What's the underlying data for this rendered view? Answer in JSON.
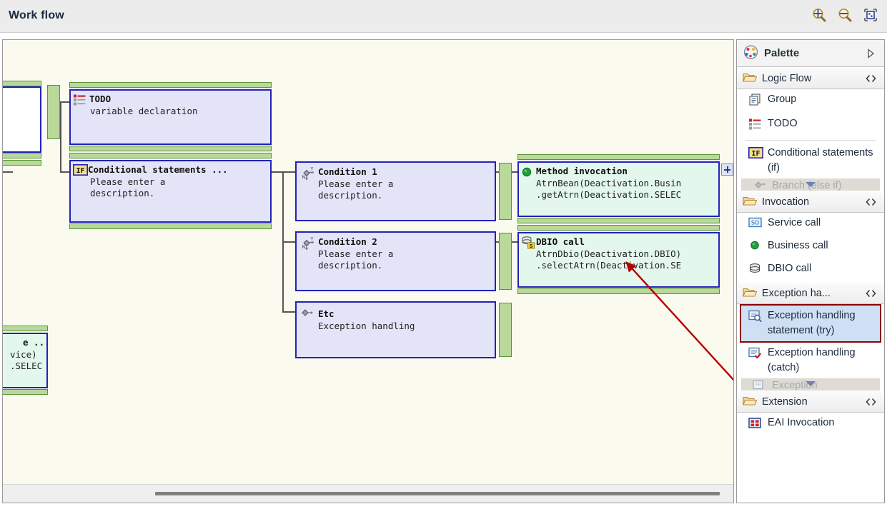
{
  "window": {
    "title": "Work flow",
    "toolbar": [
      {
        "name": "zoom-in-icon",
        "label": "Zoom In"
      },
      {
        "name": "zoom-out-icon",
        "label": "Zoom Out"
      },
      {
        "name": "fit-to-window-icon",
        "label": "Fit to Window"
      }
    ]
  },
  "colors": {
    "node_border": "#2222bb",
    "node_fill_logic": "#e4e4f8",
    "node_fill_invocation": "#e3f7ec",
    "insertion_bar": "#b9d99a",
    "insertion_bar_border": "#5a9338",
    "canvas_bg": "#fbfaef",
    "selection_highlight": "#8b0000",
    "selection_fill": "#cfe0f5",
    "annotation_arrow": "#b80000"
  },
  "canvas": {
    "nodes": [
      {
        "id": "partial-top-left",
        "icon": "blank-icon",
        "title": "",
        "body": "",
        "fill": "white"
      },
      {
        "id": "todo",
        "icon": "todo-list-icon",
        "title": "TODO",
        "body": "variable declaration",
        "fill": "logic"
      },
      {
        "id": "conditional",
        "icon": "if-icon",
        "title": "Conditional statements ...",
        "body": "Please enter a\ndescription.",
        "fill": "logic"
      },
      {
        "id": "condition-1",
        "icon": "branch-diamond-icon",
        "title": "Condition 1",
        "body": "Please enter a\ndescription.",
        "fill": "logic"
      },
      {
        "id": "condition-2",
        "icon": "branch-diamond-icon",
        "title": "Condition 2",
        "body": "Please enter a\ndescription.",
        "fill": "logic"
      },
      {
        "id": "etc",
        "icon": "else-diamond-icon",
        "title": "Etc",
        "body": "Exception handling",
        "fill": "logic"
      },
      {
        "id": "method-invocation",
        "icon": "business-call-icon",
        "title": "Method invocation",
        "body": "AtrnBean(Deactivation.Busin\n.getAtrn(Deactivation.SELEC",
        "fill": "invocation"
      },
      {
        "id": "dbio-call",
        "icon": "dbio-call-icon",
        "title": "DBIO call",
        "body": "AtrnDbio(Deactivation.DBIO)\n.selectAtrn(Deactivation.SE",
        "fill": "invocation"
      },
      {
        "id": "partial-bottom-left",
        "icon": "blank-icon",
        "title": "e ...",
        "body": "vice)\n.SELEC",
        "fill": "invocation"
      }
    ],
    "expand_handle_label": "+"
  },
  "palette": {
    "header": {
      "label": "Palette",
      "icon": "palette-icon",
      "expand_icon": "triangle-right-icon"
    },
    "sections": [
      {
        "label": "Logic Flow",
        "icon": "open-folder-icon",
        "pin_icon": "collapse-icon",
        "items": [
          {
            "label": "Group",
            "icon": "group-icon",
            "state": "normal"
          },
          {
            "label": "TODO",
            "icon": "todo-list-icon",
            "state": "normal"
          },
          {
            "label": "Conditional statements (if)",
            "icon": "if-icon",
            "state": "normal"
          },
          {
            "label": "Branch (else if)",
            "icon": "branch-diamond-icon",
            "state": "clipped"
          }
        ]
      },
      {
        "label": "Invocation",
        "icon": "open-folder-icon",
        "pin_icon": "collapse-icon",
        "items": [
          {
            "label": "Service call",
            "icon": "service-call-icon",
            "state": "normal"
          },
          {
            "label": "Business call",
            "icon": "business-call-icon",
            "state": "normal"
          },
          {
            "label": "DBIO call",
            "icon": "dbio-call-icon",
            "state": "normal"
          }
        ]
      },
      {
        "label": "Exception ha...",
        "icon": "open-folder-icon",
        "pin_icon": "collapse-icon",
        "items": [
          {
            "label": "Exception handling statement (try)",
            "icon": "exception-try-icon",
            "state": "selected"
          },
          {
            "label": "Exception handling (catch)",
            "icon": "exception-catch-icon",
            "state": "normal"
          },
          {
            "label": "Exception",
            "icon": "exception-finally-icon",
            "state": "clipped"
          }
        ]
      },
      {
        "label": "Extension",
        "icon": "open-folder-icon",
        "pin_icon": "collapse-icon",
        "items": [
          {
            "label": "EAI Invocation",
            "icon": "eai-invocation-icon",
            "state": "normal"
          }
        ]
      }
    ]
  }
}
